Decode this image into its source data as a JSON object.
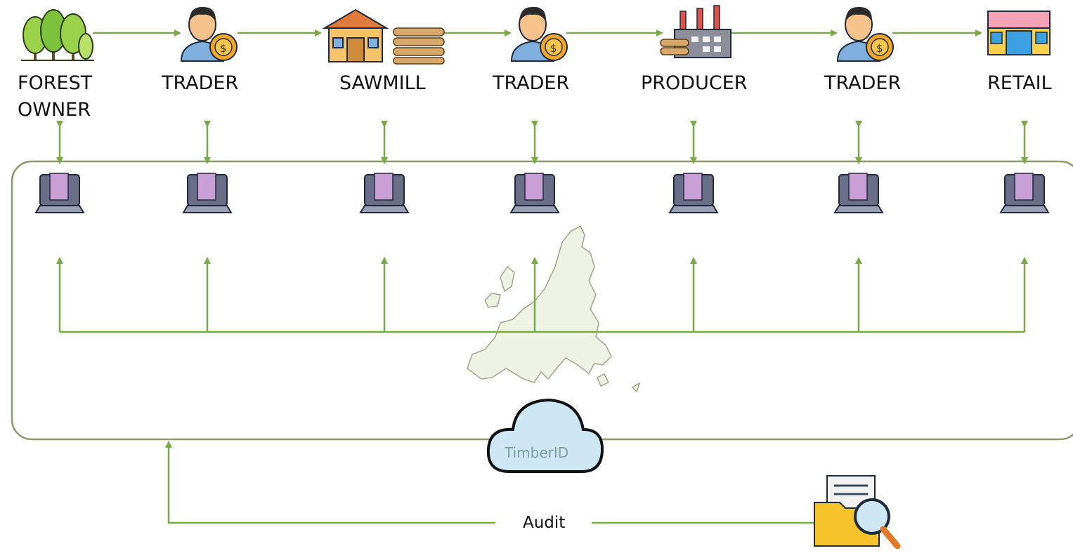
{
  "stages": [
    {
      "label_line1": "FOREST",
      "label_line2": "OWNER",
      "icon": "forest-icon"
    },
    {
      "label_line1": "TRADER",
      "label_line2": "",
      "icon": "trader-icon"
    },
    {
      "label_line1": "SAWMILL",
      "label_line2": "",
      "icon": "sawmill-icon"
    },
    {
      "label_line1": "TRADER",
      "label_line2": "",
      "icon": "trader-icon"
    },
    {
      "label_line1": "PRODUCER",
      "label_line2": "",
      "icon": "factory-icon"
    },
    {
      "label_line1": "TRADER",
      "label_line2": "",
      "icon": "trader-icon"
    },
    {
      "label_line1": "RETAIL",
      "label_line2": "",
      "icon": "store-icon"
    }
  ],
  "platform": {
    "brand_label": "TimberID",
    "map_icon": "europe-map-icon",
    "cloud_icon": "cloud-icon",
    "node_icon": "laptop-icon"
  },
  "audit": {
    "label": "Audit",
    "icon": "audit-folder-search-icon"
  },
  "colors": {
    "arrow": "#7aaa45",
    "frame": "#8a9a6a",
    "map_fill": "#eef3e6",
    "cloud_fill": "#cde7f5"
  }
}
